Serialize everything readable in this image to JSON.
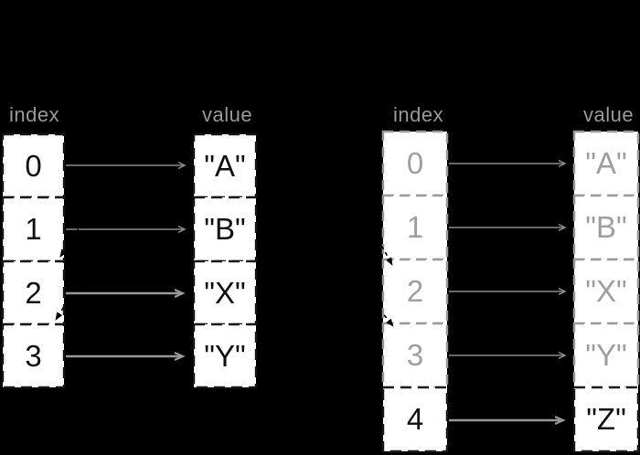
{
  "colors": {
    "background": "#000000",
    "box_fill": "#ffffff",
    "muted_label": "#999999",
    "dark_text": "#111111",
    "faded_text": "#9e9e9e",
    "arrow_thin": "#8c8c8c",
    "arrow_thick": "#999999",
    "insertion_arrow": "#000000"
  },
  "diagram_left": {
    "index_label": "index",
    "value_label": "value",
    "rows": [
      {
        "index": "0",
        "value": "\"A\"",
        "style": "normal"
      },
      {
        "index": "1",
        "value": "\"B\"",
        "style": "normal"
      },
      {
        "index": "2",
        "value": "\"X\"",
        "style": "inserted-bold-arrow"
      },
      {
        "index": "3",
        "value": "\"Y\"",
        "style": "inserted-bold-arrow"
      }
    ],
    "insertion_markers": [
      "dashed arrow at boundary between index 1 and 2",
      "dashed arrow at boundary between index 2 and 3"
    ]
  },
  "diagram_right": {
    "index_label": "index",
    "value_label": "value",
    "rows": [
      {
        "index": "0",
        "value": "\"A\"",
        "style": "faded"
      },
      {
        "index": "1",
        "value": "\"B\"",
        "style": "faded"
      },
      {
        "index": "2",
        "value": "\"X\"",
        "style": "faded"
      },
      {
        "index": "3",
        "value": "\"Y\"",
        "style": "faded"
      },
      {
        "index": "4",
        "value": "\"Z\"",
        "style": "new-element-bold-arrow"
      }
    ],
    "insertion_markers": [
      "dashed arrow fragment at boundary between index 1 and 2",
      "dashed arrow fragment at boundary between index 2 and 3"
    ]
  }
}
